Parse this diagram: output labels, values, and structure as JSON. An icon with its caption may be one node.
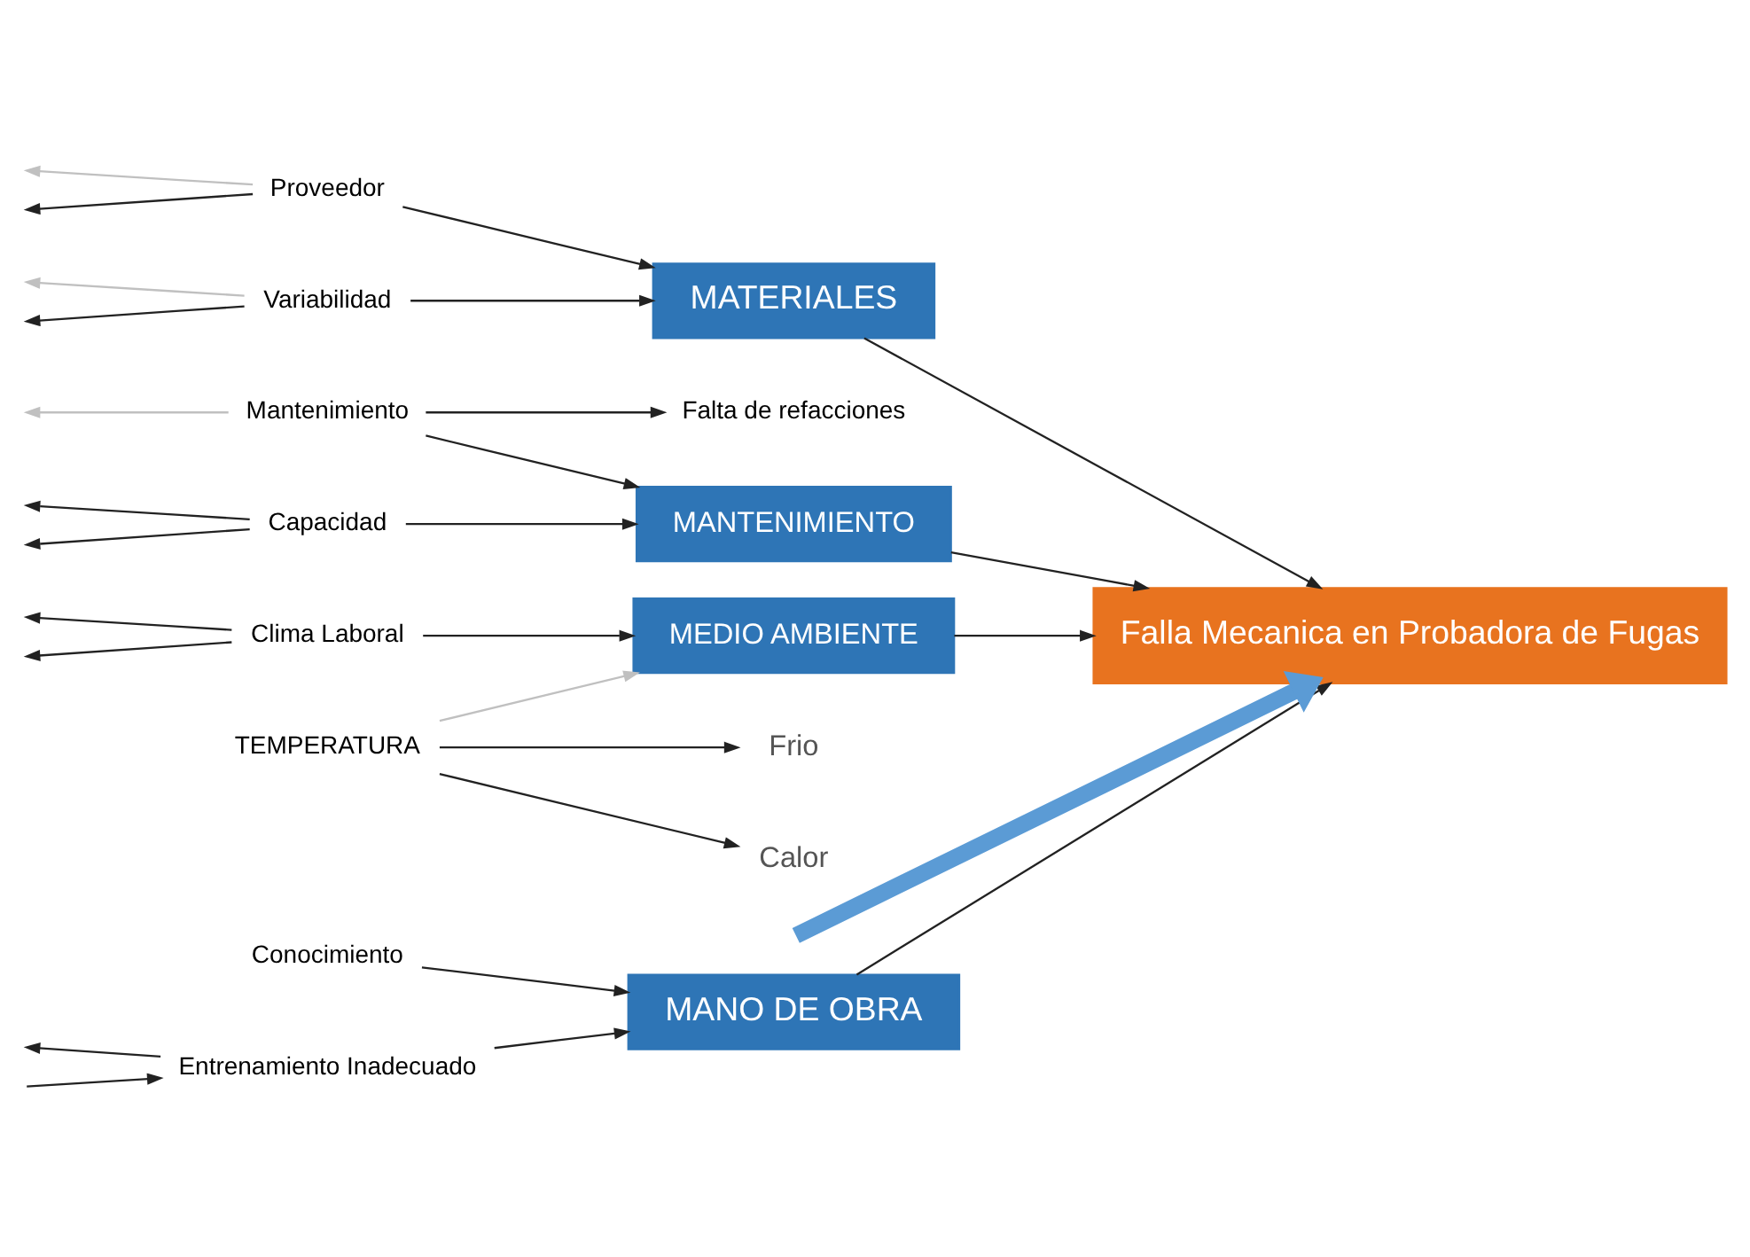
{
  "diagram": {
    "nodes": [
      {
        "text": [
          "MANO DE OBRA"
        ]
      },
      {
        "text": [
          "MATERIALES"
        ]
      },
      {
        "text": [
          "MANTENIMIENTO"
        ]
      },
      {
        "text": [
          "MEDIO AMBIENTE"
        ]
      },
      {
        "text": [
          "Falla Mecanica en Probadora de Fugas"
        ]
      },
      {
        "text": [
          "Conocimiento"
        ]
      },
      {
        "text": [
          "Entrenamiento Inadecuado"
        ]
      },
      {
        "text": [
          "Proveedor"
        ]
      },
      {
        "text": [
          "Variabilidad"
        ]
      },
      {
        "text": [
          "Mantenimiento"
        ]
      },
      {
        "text": [
          "Falta de refacciones"
        ]
      },
      {
        "text": [
          "Capacidad"
        ]
      },
      {
        "text": [
          "TEMPERATURA"
        ]
      },
      {
        "text": [
          "Frio"
        ]
      },
      {
        "text": [
          "Calor"
        ]
      },
      {
        "text": [
          "Clima Laboral"
        ]
      }
    ],
    "edges": [
      {
        "from": null,
        "to": 4,
        "arrow": "to",
        "style": "thick",
        "color": "#5b9bd5"
      },
      {
        "from": 0,
        "to": 4,
        "arrow": "to"
      },
      {
        "from": 1,
        "to": 4,
        "arrow": "to"
      },
      {
        "from": 2,
        "to": 4,
        "arrow": "to"
      },
      {
        "from": 3,
        "to": 4,
        "arrow": "to"
      },
      {
        "from": 5,
        "to": 0,
        "arrow": "to"
      },
      {
        "from": 6,
        "to": 0,
        "arrow": "to"
      },
      {
        "from": null,
        "to": 6,
        "arrow": "to"
      },
      {
        "from": 6,
        "to": null,
        "arrow": "to"
      },
      {
        "from": 7,
        "to": 1,
        "arrow": "to"
      },
      {
        "from": 7,
        "to": null,
        "arrow": "to"
      },
      {
        "from": 7,
        "to": null,
        "arrow": "to",
        "color": "#c0c0c0"
      },
      {
        "from": 8,
        "to": 1,
        "arrow": "to"
      },
      {
        "from": 8,
        "to": null,
        "arrow": "to"
      },
      {
        "from": 8,
        "to": null,
        "arrow": "to",
        "color": "#c0c0c0"
      },
      {
        "from": 9,
        "to": 2,
        "arrow": "to"
      },
      {
        "from": 9,
        "to": null,
        "arrow": "to",
        "color": "#c0c0c0"
      },
      {
        "from": 9,
        "to": 10,
        "arrow": "to"
      },
      {
        "from": 11,
        "to": 2,
        "arrow": "to"
      },
      {
        "from": 11,
        "to": null,
        "arrow": "to"
      },
      {
        "from": 11,
        "to": null,
        "arrow": "to"
      },
      {
        "from": 12,
        "to": 3,
        "arrow": "to",
        "color": "#c0c0c0"
      },
      {
        "from": 12,
        "to": 13,
        "arrow": "to"
      },
      {
        "from": 12,
        "to": 14,
        "arrow": "to"
      },
      {
        "from": 15,
        "to": 3,
        "arrow": "to"
      },
      {
        "from": 15,
        "to": null,
        "arrow": "to"
      },
      {
        "from": 15,
        "to": null,
        "arrow": "to"
      }
    ]
  }
}
